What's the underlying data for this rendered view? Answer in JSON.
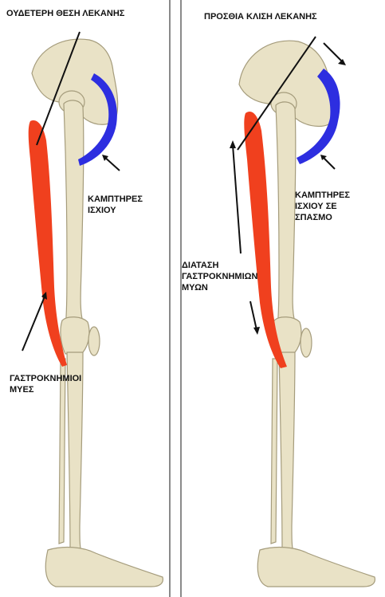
{
  "left_panel": {
    "title": "ΟΥΔΕΤΕΡΗ ΘΕΣΗ ΛΕΚΑΝΗΣ",
    "hip_flexors_label": [
      "ΚΑΜΠΤΗΡΕΣ",
      "ΙΣΧΙΟΥ"
    ],
    "calf_label": [
      "ΓΑΣΤΡΟΚΝΗΜΙΟΙ",
      "ΜΥΕΣ"
    ]
  },
  "right_panel": {
    "title": "ΠΡΟΣΘΙΑ ΚΛΙΣΗ ΛΕΚΑΝΗΣ",
    "hip_flexors_label": [
      "ΚΑΜΠΤΗΡΕΣ",
      "ΙΣΧΙΟΥ ΣΕ",
      "ΣΠΑΣΜΟ"
    ],
    "stretch_label": [
      "ΔΙΑΤΑΣΗ",
      "ΓΑΣΤΡΟΚΝΗΜΙΩΝ",
      "ΜΥΩΝ"
    ]
  },
  "colors": {
    "bone": "#e9e2c6",
    "bone_outline": "#a59c7c",
    "hamstring_muscle": "#f0401e",
    "hip_flexor_muscle": "#2d2ee0",
    "divider": "#8a8a8a"
  }
}
